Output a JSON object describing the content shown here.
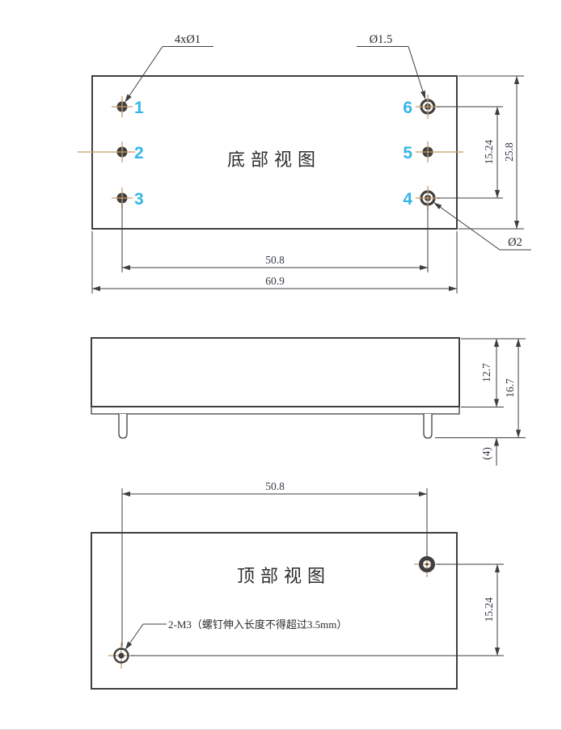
{
  "colors": {
    "line": "#3f3f3f",
    "tan": "#c99a6a",
    "cyan": "#35b6e8",
    "text": "#343a48",
    "page_border": "#d7d7d7"
  },
  "bottom_view": {
    "title": "底部视图",
    "pin_labels": [
      "1",
      "2",
      "3",
      "4",
      "5",
      "6"
    ],
    "annotations": {
      "pins": "4xØ1",
      "hole_small": "Ø1.5",
      "hole_large": "Ø2"
    },
    "dims": {
      "pin_row_span": "15.24",
      "overall_height": "25.8",
      "pin_col_spacing": "50.8",
      "overall_width": "60.9"
    }
  },
  "side_view": {
    "dims": {
      "case_height": "12.7",
      "overall_height": "16.7",
      "pin_length": "(4)"
    }
  },
  "top_view": {
    "title": "顶部视图",
    "note": "2-M3（螺钉伸入长度不得超过3.5mm）",
    "dims": {
      "hole_spacing_h": "50.8",
      "hole_spacing_v": "15.24"
    }
  }
}
